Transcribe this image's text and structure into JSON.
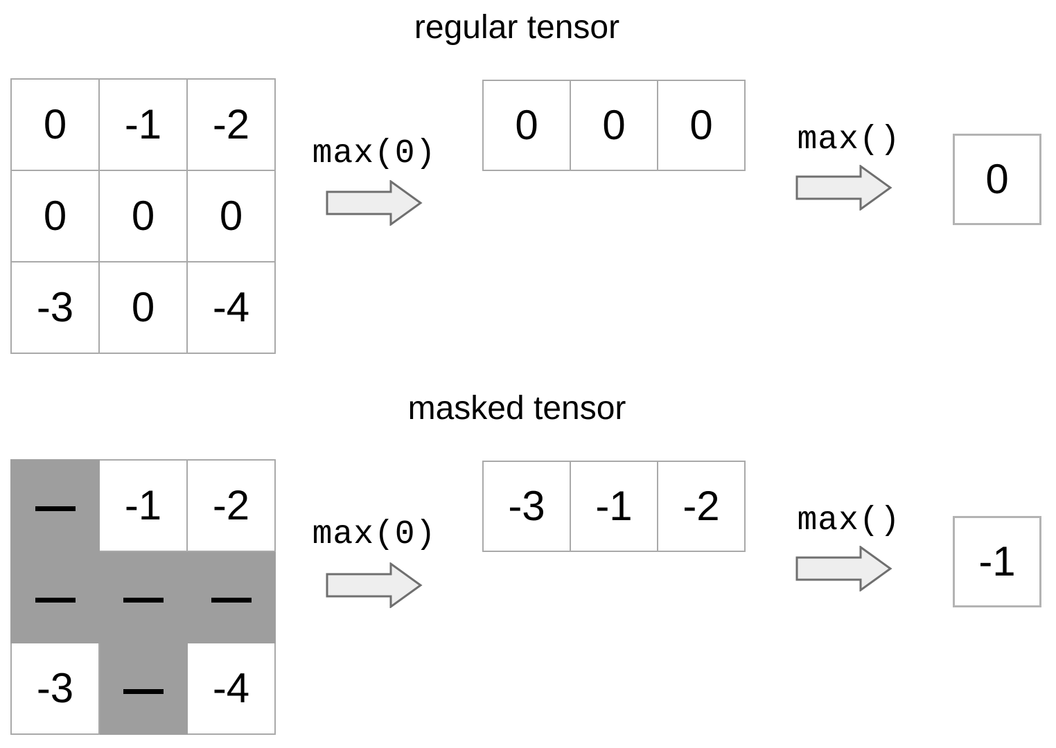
{
  "colors": {
    "background": "#ffffff",
    "masked_fill": "#9e9e9e",
    "grid_border": "#a9a9a9",
    "result_border": "#b3b3b3",
    "arrow_fill": "#eeeeee",
    "arrow_stroke": "#6f6f6f",
    "text": "#000000"
  },
  "sections": [
    {
      "title": "regular tensor",
      "reduce_rows_op": "max(0)",
      "reduce_all_op": "max()",
      "matrix": {
        "rows": [
          [
            {
              "v": "0",
              "masked": false
            },
            {
              "v": "-1",
              "masked": false
            },
            {
              "v": "-2",
              "masked": false
            }
          ],
          [
            {
              "v": "0",
              "masked": false
            },
            {
              "v": "0",
              "masked": false
            },
            {
              "v": "0",
              "masked": false
            }
          ],
          [
            {
              "v": "-3",
              "masked": false
            },
            {
              "v": "0",
              "masked": false
            },
            {
              "v": "-4",
              "masked": false
            }
          ]
        ]
      },
      "row_reduced_vector": [
        "0",
        "0",
        "0"
      ],
      "result": "0"
    },
    {
      "title": "masked tensor",
      "reduce_rows_op": "max(0)",
      "reduce_all_op": "max()",
      "matrix": {
        "rows": [
          [
            {
              "v": "—",
              "masked": true
            },
            {
              "v": "-1",
              "masked": false
            },
            {
              "v": "-2",
              "masked": false
            }
          ],
          [
            {
              "v": "—",
              "masked": true
            },
            {
              "v": "—",
              "masked": true
            },
            {
              "v": "—",
              "masked": true
            }
          ],
          [
            {
              "v": "-3",
              "masked": false
            },
            {
              "v": "—",
              "masked": true
            },
            {
              "v": "-4",
              "masked": false
            }
          ]
        ]
      },
      "row_reduced_vector": [
        "-3",
        "-1",
        "-2"
      ],
      "result": "-1"
    }
  ]
}
